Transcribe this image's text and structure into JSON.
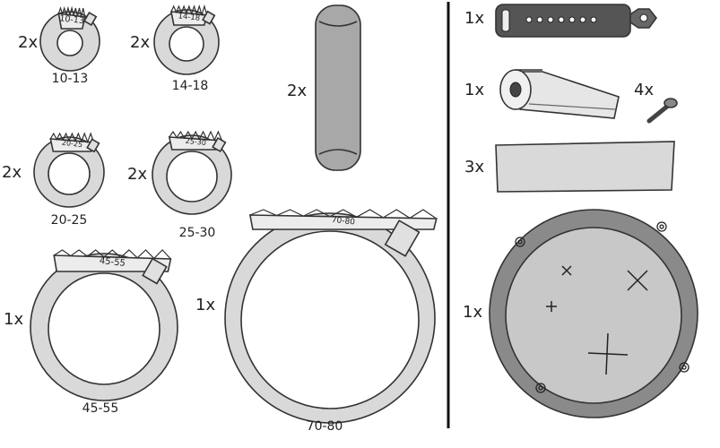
{
  "rings": [
    {
      "size": "10-13",
      "qty": "2x"
    },
    {
      "size": "14-18",
      "qty": "2x"
    },
    {
      "size": "20-25",
      "qty": "2x"
    },
    {
      "size": "25-30",
      "qty": "2x"
    },
    {
      "size": "45-55",
      "qty": "1x"
    },
    {
      "size": "70-80",
      "qty": "1x"
    }
  ],
  "cylinder": {
    "qty": "2x"
  },
  "clip": {
    "qty": "1x"
  },
  "tape_roll": {
    "qty": "1x"
  },
  "screw": {
    "qty": "4x"
  },
  "strip": {
    "qty": "3x"
  },
  "base_plate": {
    "qty": "1x"
  },
  "colors": {
    "fill": "#d9d9d9",
    "dark": "#555555",
    "plate": "#8a8a8a",
    "line": "#333333"
  }
}
